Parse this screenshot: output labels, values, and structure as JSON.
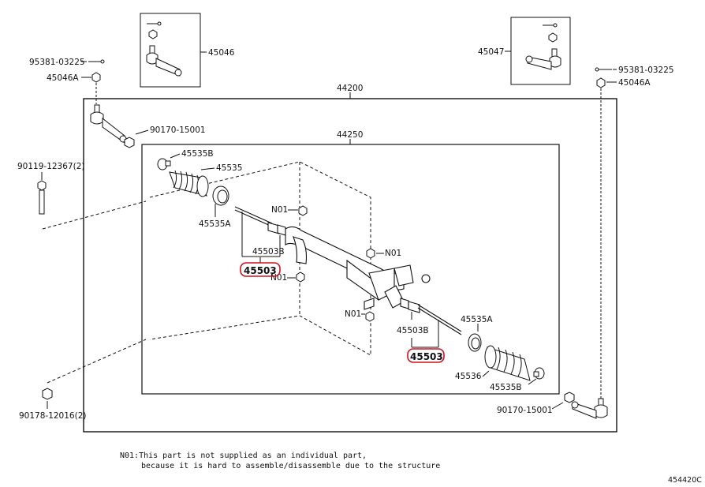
{
  "assemblies": {
    "outer": "44200",
    "inner": "44250",
    "left_box": "45046",
    "right_box": "45047"
  },
  "labels": {
    "pin_left": "95381-03225",
    "pin_right": "95381-03225",
    "nut_left": "45046A",
    "nut_right": "45046A",
    "nut_lower_left": "90170-15001",
    "nut_lower_right": "90170-15001",
    "bolt": "90119-12367(2)",
    "bushing_bolt": "90178-12016(2)",
    "clamp_upper_left": "45535B",
    "boot_left": "45535",
    "ring_left": "45535A",
    "tie_rod_left": "45503B",
    "rack_end_left": "45503",
    "rack_end_right": "45503",
    "tie_rod_right": "45503B",
    "ring_right": "45535A",
    "boot_right": "45536",
    "clamp_lower_right": "45535B",
    "n01_a": "N01",
    "n01_b": "N01",
    "n01_c": "N01",
    "n01_d": "N01"
  },
  "footnote": {
    "line1": "N01:This part is not supplied as an individual part,",
    "line2": "because it is hard to assemble/disassemble due to the structure"
  },
  "figure_id": "454420C",
  "colors": {
    "line": "#111111",
    "highlight": "#d0101c"
  }
}
